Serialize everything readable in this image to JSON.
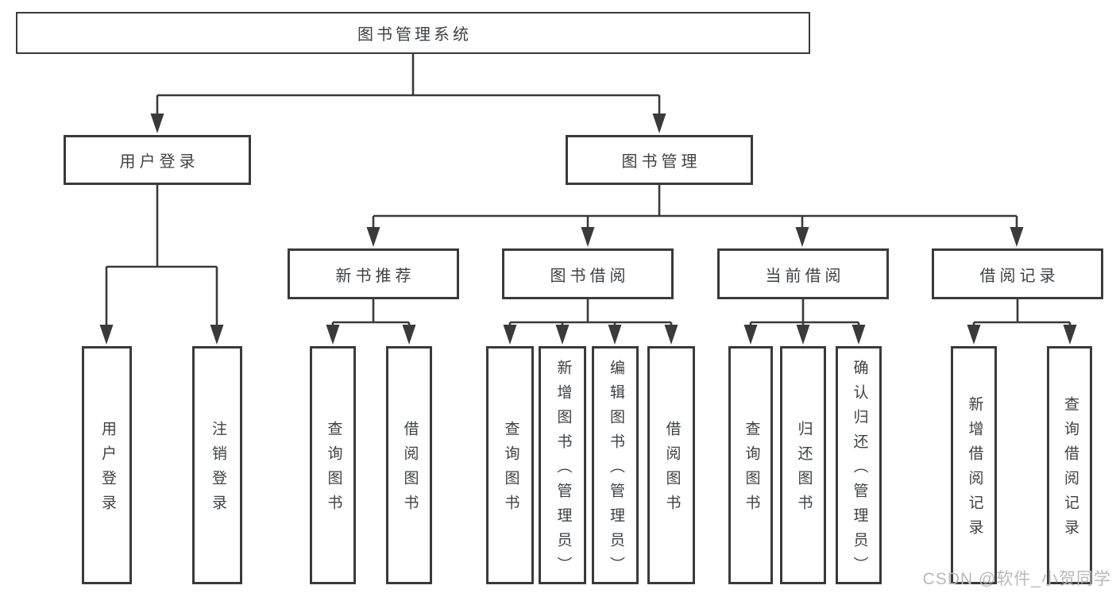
{
  "tree": {
    "label": "图书管理系统",
    "children": [
      {
        "label": "用户登录",
        "children": [
          {
            "label": "用户登录"
          },
          {
            "label": "注销登录"
          }
        ]
      },
      {
        "label": "图书管理",
        "children": [
          {
            "label": "新书推荐",
            "children": [
              {
                "label": "查询图书"
              },
              {
                "label": "借阅图书"
              }
            ]
          },
          {
            "label": "图书借阅",
            "children": [
              {
                "label": "查询图书"
              },
              {
                "label": "新增图书（管理员）"
              },
              {
                "label": "编辑图书（管理员）"
              },
              {
                "label": "借阅图书"
              }
            ]
          },
          {
            "label": "当前借阅",
            "children": [
              {
                "label": "查询图书"
              },
              {
                "label": "归还图书"
              },
              {
                "label": "确认归还（管理员）"
              }
            ]
          },
          {
            "label": "借阅记录",
            "children": [
              {
                "label": "新增借阅记录"
              },
              {
                "label": "查询借阅记录"
              }
            ]
          }
        ]
      }
    ]
  },
  "watermark": {
    "text": "CSDN @软件_小贺同学"
  },
  "colors": {
    "line": "#3a3a3a",
    "box_border": "#3a3a3a",
    "text": "#3e4144",
    "watermark": "#b9b9b9",
    "background": "#ffffff"
  }
}
